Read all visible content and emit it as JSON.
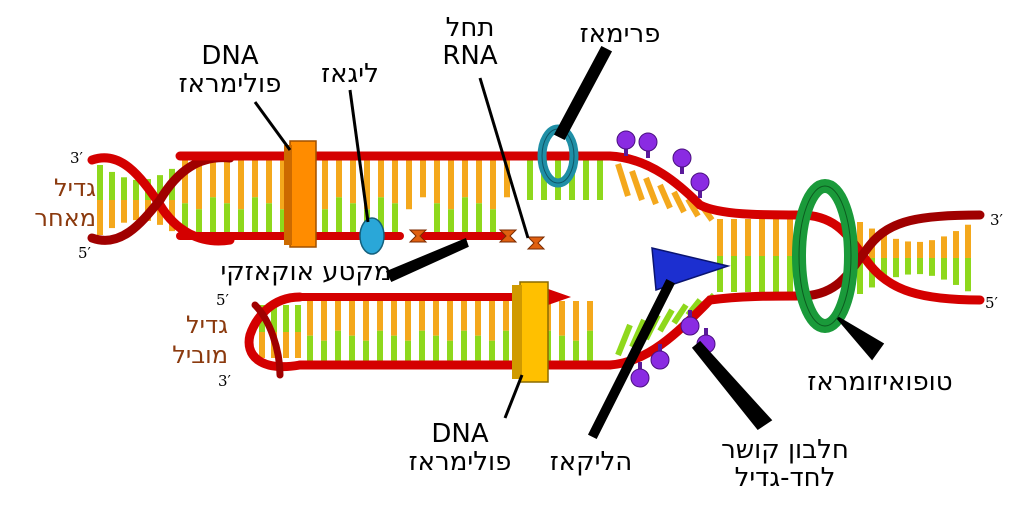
{
  "labels": {
    "dna_polymerase_top": [
      "DNA",
      "פולימראז"
    ],
    "ligase": "ליגאז",
    "rna_primer": [
      "תחל",
      "RNA"
    ],
    "primase": "פרימאז",
    "okazaki": "מקטע אוקאזקי",
    "dna_polymerase_bottom": [
      "DNA",
      "פולימראז"
    ],
    "helicase": "הליקאז",
    "ssb": [
      "חלבון קושר",
      "לחד-גדיל"
    ],
    "topoisomerase": "טופואיזומראז"
  },
  "strands": {
    "lagging": [
      "גדיל",
      "מאחר"
    ],
    "leading": [
      "גדיל",
      "מוביל"
    ]
  },
  "ends": {
    "lagging_top": "3′",
    "lagging_bottom": "5′",
    "leading_top": "5′",
    "leading_bottom": "3′",
    "parent_top": "3′",
    "parent_bottom": "5′"
  },
  "colors": {
    "backbone": "#d40000",
    "backbone_dark": "#7a0000",
    "base_green": "#8ed81c",
    "base_orange": "#f4a81c",
    "polymerase_top": "#ff8c00",
    "polymerase_bottom": "#ffc000",
    "ligase": "#2aa7d8",
    "primase": "#1f8fa6",
    "primer": "#e06010",
    "helicase": "#1c2fd0",
    "ssb": "#8a2be2",
    "topoisomerase": "#1a9a3a",
    "strand_label": "#8b3a0e"
  }
}
